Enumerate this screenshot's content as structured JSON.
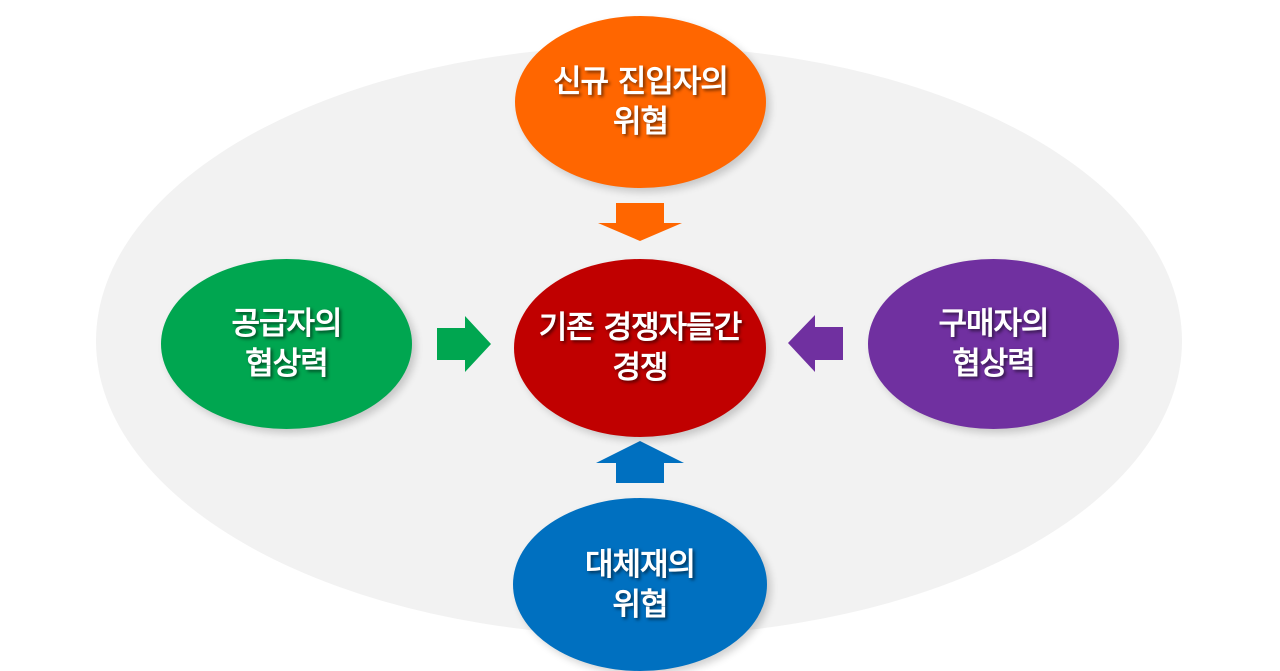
{
  "colors": {
    "background_ellipse": "#f2f2f2",
    "new_entrants": "#ff6600",
    "suppliers": "#00a650",
    "rivalry": "#c00000",
    "buyers": "#7030a0",
    "substitutes": "#0070c0",
    "text": "#ffffff"
  },
  "nodes": {
    "top": {
      "line1": "신규 진입자의",
      "line2": "위협"
    },
    "left": {
      "line1": "공급자의",
      "line2": "협상력"
    },
    "center": {
      "line1": "기존 경쟁자들간",
      "line2": "경쟁"
    },
    "right": {
      "line1": "구매자의",
      "line2": "협상력"
    },
    "bottom": {
      "line1": "대체재의",
      "line2": "위협"
    }
  },
  "arrows": {
    "top": {
      "direction": "down",
      "color": "#ff6600"
    },
    "left": {
      "direction": "right",
      "color": "#00a650"
    },
    "right": {
      "direction": "left",
      "color": "#7030a0"
    },
    "bottom": {
      "direction": "up",
      "color": "#0070c0"
    }
  }
}
